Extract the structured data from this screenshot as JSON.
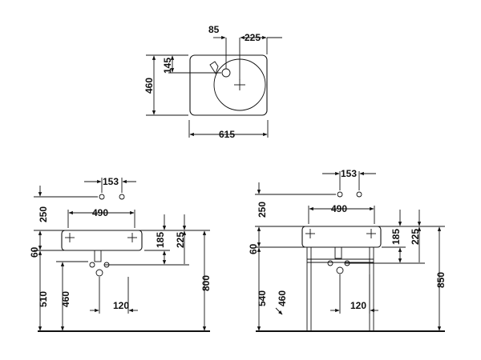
{
  "top_view": {
    "dim_offset": "85",
    "dim_drain": "225",
    "dim_tap_depth": "145",
    "dim_depth": "460",
    "dim_width": "615"
  },
  "front_wall": {
    "dim_tap_spacing": "153",
    "dim_tap_height": "250",
    "dim_bowl_width": "490",
    "dim_rim": "60",
    "dim_inner_a": "185",
    "dim_inner_b": "225",
    "dim_floor_a": "510",
    "dim_floor_b": "460",
    "dim_drain_offset": "120",
    "dim_total": "800"
  },
  "front_stand": {
    "dim_tap_spacing": "153",
    "dim_tap_height": "250",
    "dim_bowl_width": "490",
    "dim_rim": "60",
    "dim_inner_a": "185",
    "dim_inner_b": "225",
    "dim_floor_a": "540",
    "dim_floor_b": "460",
    "dim_drain_offset": "120",
    "dim_total": "850"
  }
}
